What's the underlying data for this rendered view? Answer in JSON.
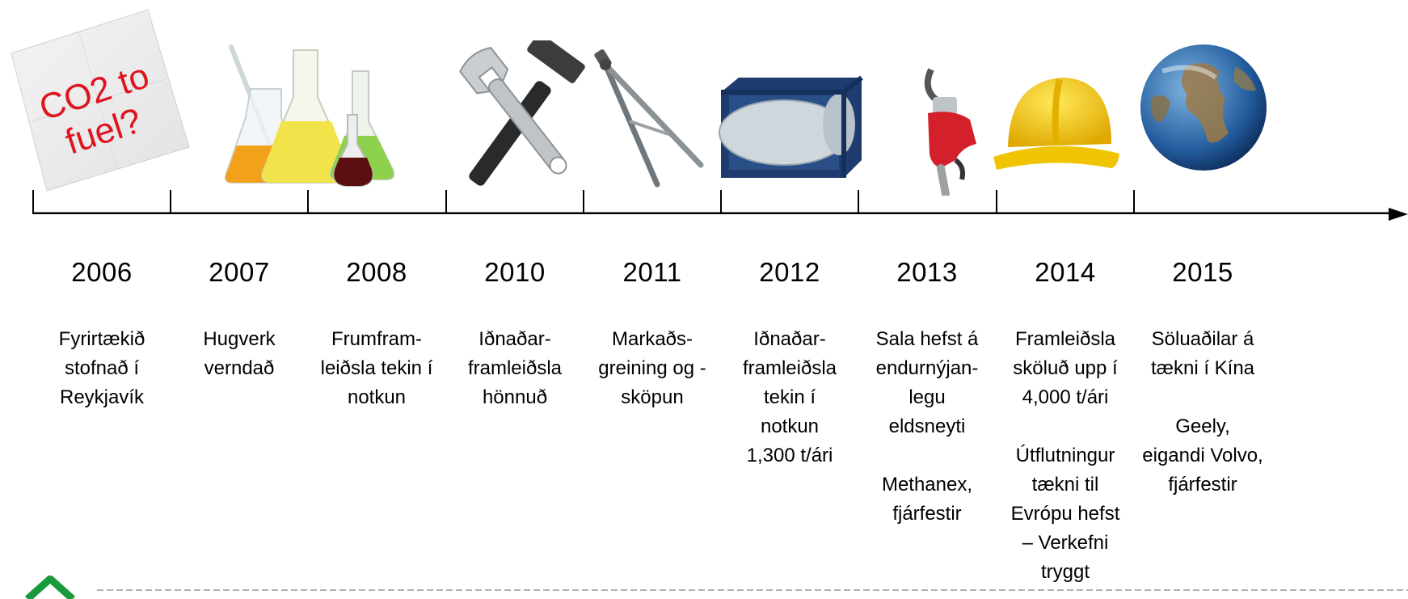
{
  "note_card": {
    "text_lines": [
      "CO2 to",
      "fuel?"
    ]
  },
  "timeline": [
    {
      "year": "2006",
      "description": "Fyrirtækið\nstofnað í\nReykjavík",
      "icon": "napkin-sketch-icon"
    },
    {
      "year": "2007",
      "description": "Hugverk\nverndað",
      "icon": "lab-flasks-icon"
    },
    {
      "year": "2008",
      "description": "Frumfram-\nleiðsla tekin í\nnotkun",
      "icon": "lab-flasks-icon"
    },
    {
      "year": "2010",
      "description": "Iðnaðar-\nframleiðsla\nhönnuð",
      "icon": "wrench-hammer-icon"
    },
    {
      "year": "2011",
      "description": "Markaðs-\ngreining og -\nsköpun",
      "icon": "drafting-compass-icon"
    },
    {
      "year": "2012",
      "description": "Iðnaðar-\nframleiðsla\ntekin í\nnotkun\n1,300 t/ári",
      "icon": "iso-tank-container-icon"
    },
    {
      "year": "2013",
      "description": "Sala hefst á\nendurnýjan-\nlegu\neldsneyti\n\nMethanex,\nfjárfestir",
      "icon": "fuel-nozzle-icon"
    },
    {
      "year": "2014",
      "description": "Framleiðsla\nsköluð upp í\n4,000 t/ári\n\nÚtflutningur\ntækni til\nEvrópu hefst\n– Verkefni\ntryggt",
      "icon": "hard-hat-icon"
    },
    {
      "year": "2015",
      "description": "Söluaðilar á\ntækni í Kína\n\nGeely,\neigandi Volvo,\nfjárfestir",
      "icon": "globe-icon"
    }
  ],
  "colors": {
    "axis": "#000000",
    "note_text": "#e0141e",
    "logo": "#1a9a3c",
    "dashed_rule": "#999999"
  }
}
